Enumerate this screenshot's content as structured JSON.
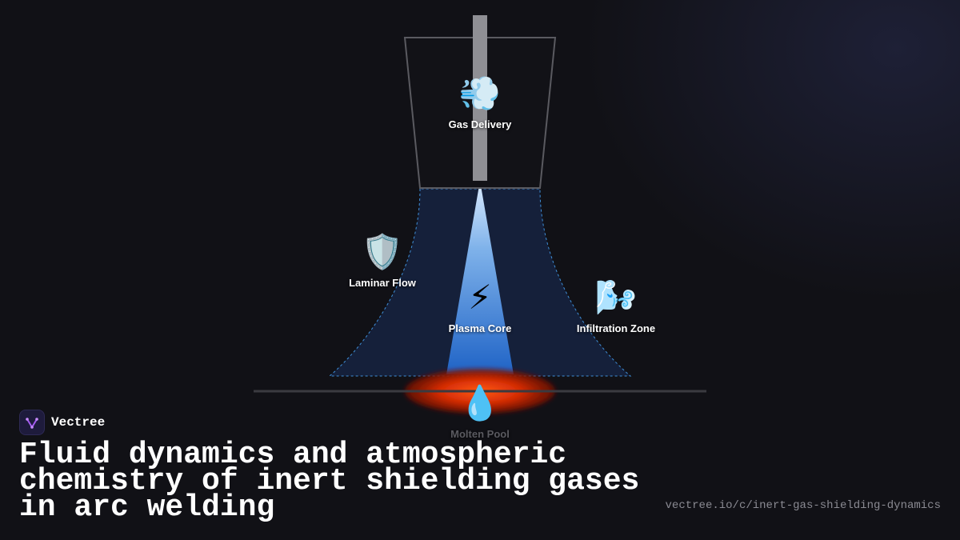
{
  "diagram": {
    "nodes": {
      "gas_delivery": {
        "icon": "💨",
        "icon_name": "dashing-away-icon",
        "label": "Gas Delivery"
      },
      "laminar_flow": {
        "icon": "🛡️",
        "icon_name": "shield-icon",
        "label": "Laminar Flow"
      },
      "plasma_core": {
        "icon": "⚡",
        "icon_name": "lightning-icon",
        "label": "Plasma Core"
      },
      "infiltration_zone": {
        "icon": "🌬️",
        "icon_name": "wind-face-icon",
        "label": "Infiltration Zone"
      },
      "molten_pool": {
        "icon": "💧",
        "icon_name": "droplet-icon",
        "label": "Molten Pool"
      }
    },
    "colors": {
      "background": "#111116",
      "nozzle_outline": "#5a5a60",
      "electrode": "#8f8f94",
      "shield_fill": "#15203a",
      "shield_edge": "#3f8fd8",
      "plasma_top": "#dcecff",
      "plasma_bottom": "#1f63c6",
      "pool_center": "#ff5a10",
      "pool_edge": "#6a0f05",
      "workpiece": "#3a3a40"
    }
  },
  "footer": {
    "brand": "Vectree",
    "logo_icon": "vectree-logo-icon",
    "title": "Fluid dynamics and atmospheric chemistry of inert shielding gases in arc welding",
    "url": "vectree.io/c/inert-gas-shielding-dynamics"
  }
}
